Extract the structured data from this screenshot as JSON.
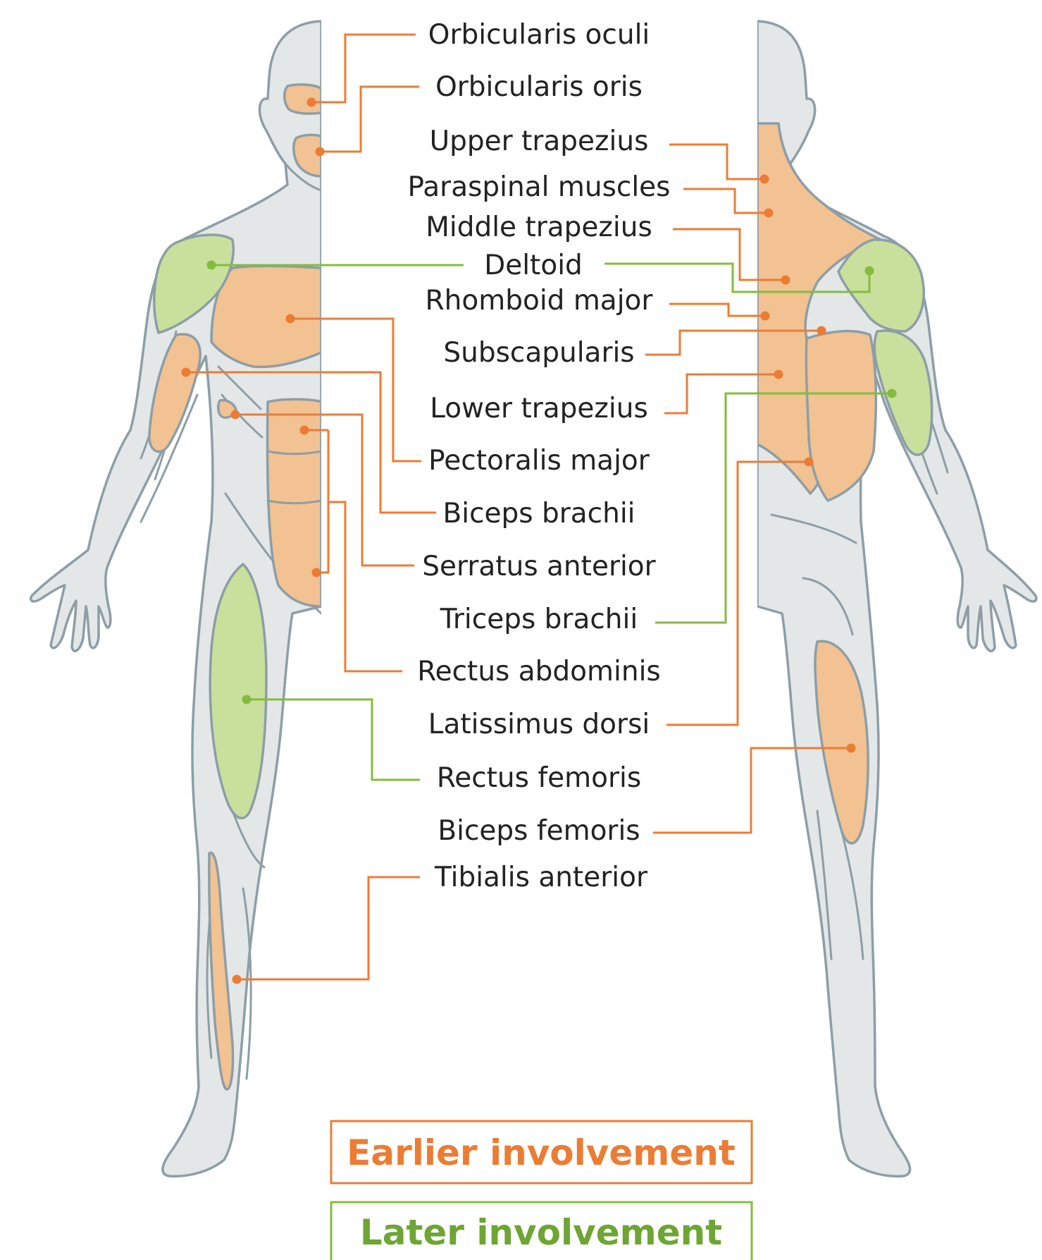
{
  "colors": {
    "earlier": "#ec7c34",
    "later": "#84bc3e",
    "earlier_fill": "#f2c293",
    "later_fill": "#c9e09d",
    "body_fill": "#e4e7e8",
    "outline": "#8d9ea6"
  },
  "labels": [
    {
      "id": "orbicularis-oculi",
      "text": "Orbicularis oculi",
      "group": "earlier"
    },
    {
      "id": "orbicularis-oris",
      "text": "Orbicularis oris",
      "group": "earlier"
    },
    {
      "id": "upper-trapezius",
      "text": "Upper trapezius",
      "group": "earlier"
    },
    {
      "id": "paraspinal-muscles",
      "text": "Paraspinal muscles",
      "group": "earlier"
    },
    {
      "id": "middle-trapezius",
      "text": "Middle trapezius",
      "group": "earlier"
    },
    {
      "id": "deltoid",
      "text": "Deltoid",
      "group": "later"
    },
    {
      "id": "rhomboid-major",
      "text": "Rhomboid major",
      "group": "earlier"
    },
    {
      "id": "subscapularis",
      "text": "Subscapularis",
      "group": "earlier"
    },
    {
      "id": "lower-trapezius",
      "text": "Lower trapezius",
      "group": "earlier"
    },
    {
      "id": "pectoralis-major",
      "text": "Pectoralis major",
      "group": "earlier"
    },
    {
      "id": "biceps-brachii",
      "text": "Biceps brachii",
      "group": "earlier"
    },
    {
      "id": "serratus-anterior",
      "text": "Serratus anterior",
      "group": "earlier"
    },
    {
      "id": "triceps-brachii",
      "text": "Triceps brachii",
      "group": "later"
    },
    {
      "id": "rectus-abdominis",
      "text": "Rectus abdominis",
      "group": "earlier"
    },
    {
      "id": "latissimus-dorsi",
      "text": "Latissimus dorsi",
      "group": "earlier"
    },
    {
      "id": "rectus-femoris",
      "text": "Rectus femoris",
      "group": "later"
    },
    {
      "id": "biceps-femoris",
      "text": "Biceps femoris",
      "group": "earlier"
    },
    {
      "id": "tibialis-anterior",
      "text": "Tibialis anterior",
      "group": "earlier"
    }
  ],
  "legend": {
    "earlier": "Earlier involvement",
    "later": "Later involvement"
  }
}
